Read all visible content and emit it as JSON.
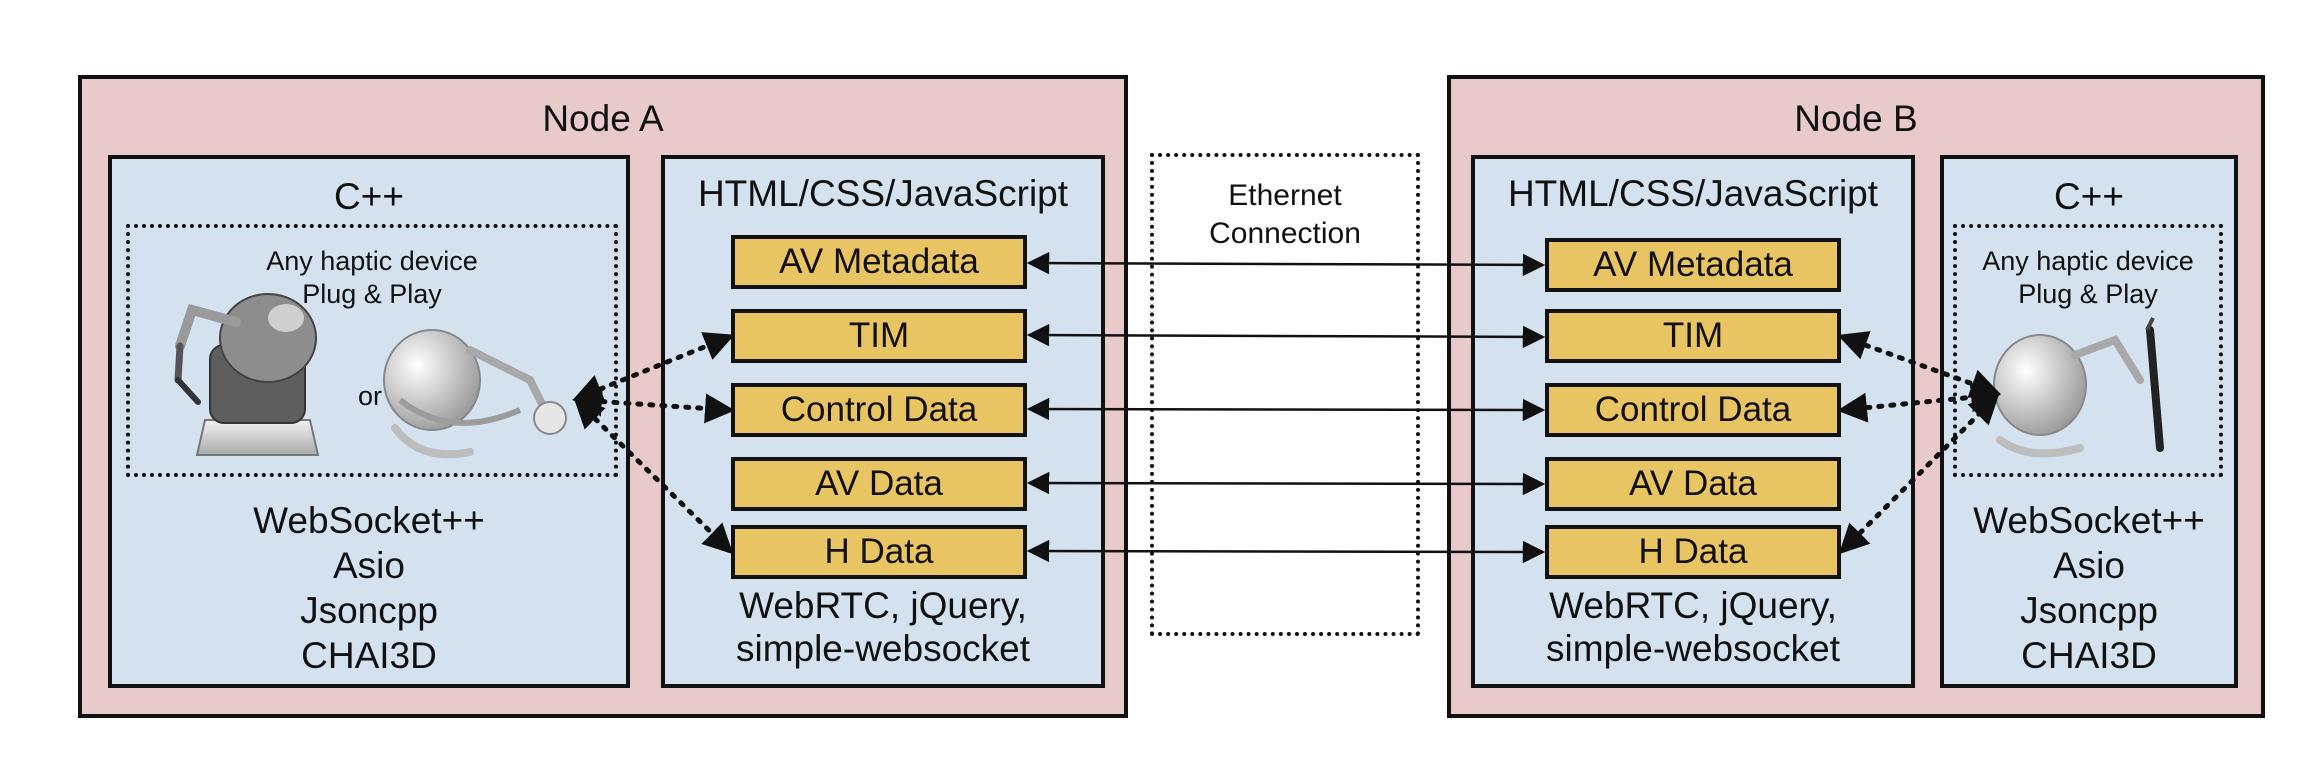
{
  "node_a": {
    "title": "Node A",
    "cpp": {
      "title": "C++",
      "device_caption_line1": "Any haptic device",
      "device_caption_line2": "Plug & Play",
      "or_label": "or",
      "libs": [
        "WebSocket++",
        "Asio",
        "Jsoncpp",
        "CHAI3D"
      ]
    },
    "web": {
      "title": "HTML/CSS/JavaScript",
      "blocks": [
        "AV Metadata",
        "TIM",
        "Control Data",
        "AV Data",
        "H Data"
      ],
      "libs_line1": "WebRTC, jQuery,",
      "libs_line2": "simple-websocket"
    }
  },
  "connection": {
    "line1": "Ethernet",
    "line2": "Connection"
  },
  "node_b": {
    "title": "Node B",
    "web": {
      "title": "HTML/CSS/JavaScript",
      "blocks": [
        "AV Metadata",
        "TIM",
        "Control Data",
        "AV Data",
        "H Data"
      ],
      "libs_line1": "WebRTC, jQuery,",
      "libs_line2": "simple-websocket"
    },
    "cpp": {
      "title": "C++",
      "device_caption_line1": "Any haptic device",
      "device_caption_line2": "Plug & Play",
      "libs": [
        "WebSocket++",
        "Asio",
        "Jsoncpp",
        "CHAI3D"
      ]
    }
  },
  "icons": [
    "haptic-device-desktop-icon",
    "haptic-device-omega-icon",
    "haptic-device-stylus-icon"
  ]
}
